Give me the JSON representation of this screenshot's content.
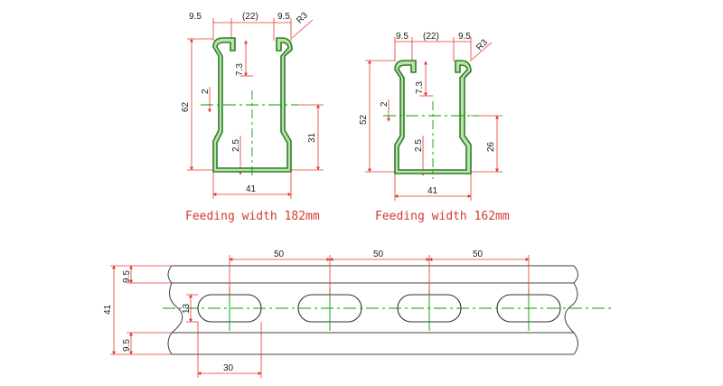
{
  "colors": {
    "profile_fill": "#b9e3a8",
    "profile_stroke": "#2f7d2b",
    "dim": "#e03a2e",
    "text": "#202020",
    "center": "#00a000",
    "caption": "#d23a2e"
  },
  "profile_a": {
    "caption": "Feeding width 182mm",
    "dims": {
      "lip_left": "9.5",
      "gap": "(22)",
      "lip_right": "9.5",
      "radius": "R3",
      "lip_height": "7.3",
      "height": "62",
      "thickness_side": "2",
      "thickness_bottom": "2.5",
      "lower_height": "31",
      "width": "41"
    }
  },
  "profile_b": {
    "caption": "Feeding width 162mm",
    "dims": {
      "lip_left": "9.5",
      "gap": "(22)",
      "lip_right": "9.5",
      "radius": "R3",
      "lip_height": "7.3",
      "height": "52",
      "thickness_side": "2",
      "thickness_bottom": "2.5",
      "lower_height": "26",
      "width": "41"
    }
  },
  "slot_view": {
    "pitch_1": "50",
    "pitch_2": "50",
    "pitch_3": "50",
    "top_margin": "9.5",
    "bottom_margin": "9.5",
    "total_width": "41",
    "slot_width": "13",
    "slot_length": "30"
  }
}
